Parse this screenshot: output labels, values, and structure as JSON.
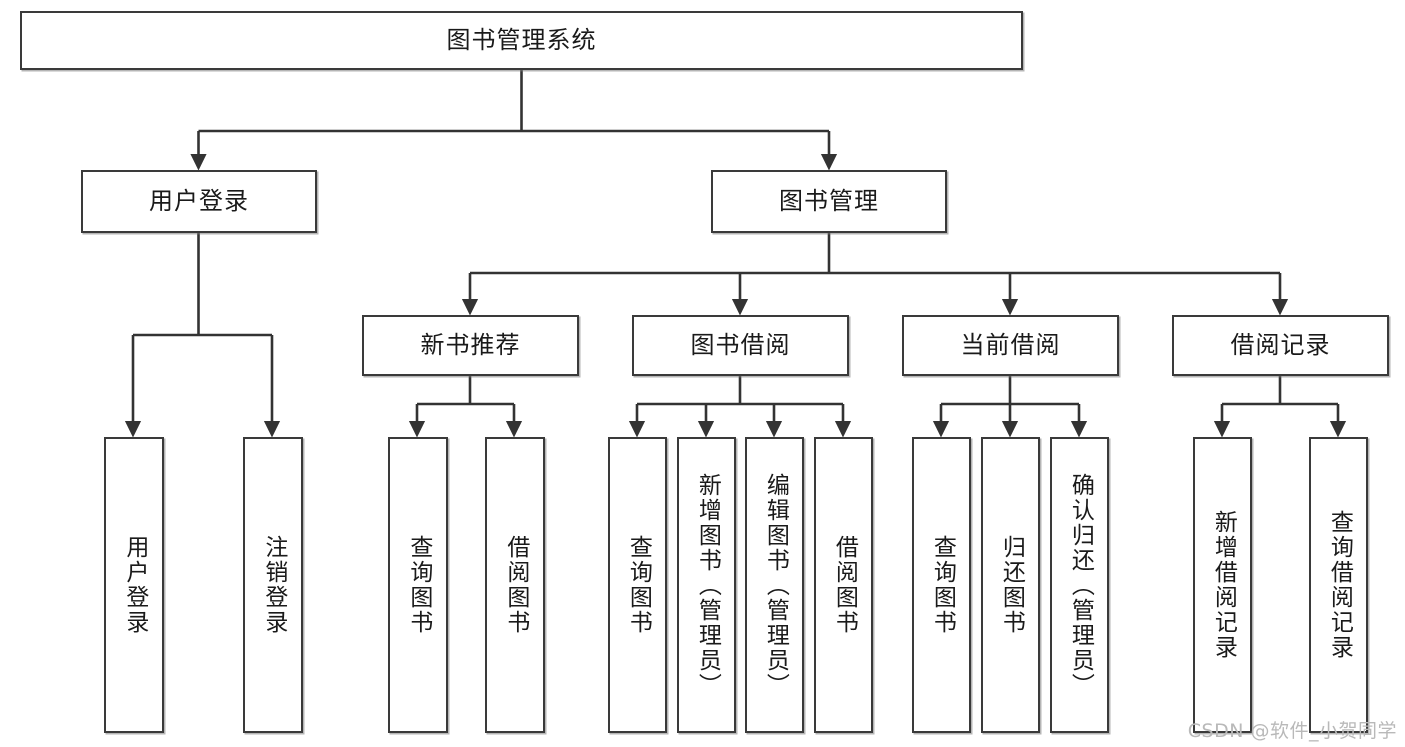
{
  "diagram": {
    "type": "tree",
    "title": "图书管理系统",
    "orientation": "top-down",
    "colors": {
      "box_border": "#3a3a3a",
      "box_fill": "#ffffff",
      "connector": "#333333",
      "text": "#1a1a1a",
      "watermark": "#b9b9b9"
    },
    "nodes": {
      "root": {
        "label": "图书管理系统"
      },
      "level2": [
        {
          "id": "user-login",
          "label": "用户登录"
        },
        {
          "id": "book-management",
          "label": "图书管理"
        }
      ],
      "level3": [
        {
          "id": "new-book-recommend",
          "label": "新书推荐"
        },
        {
          "id": "book-borrow",
          "label": "图书借阅"
        },
        {
          "id": "current-borrow",
          "label": "当前借阅"
        },
        {
          "id": "borrow-record",
          "label": "借阅记录"
        }
      ],
      "leaves": {
        "user_login": [
          {
            "id": "leaf-user-login",
            "label": "用户登录"
          },
          {
            "id": "leaf-logout-login",
            "label": "注销登录"
          }
        ],
        "new_book_recommend": [
          {
            "id": "leaf-query-book-1",
            "label": "查询图书"
          },
          {
            "id": "leaf-borrow-book-1",
            "label": "借阅图书"
          }
        ],
        "book_borrow": [
          {
            "id": "leaf-query-book-2",
            "label": "查询图书"
          },
          {
            "id": "leaf-add-book",
            "label": "新增图书（管理员）"
          },
          {
            "id": "leaf-edit-book",
            "label": "编辑图书（管理员）"
          },
          {
            "id": "leaf-borrow-book-2",
            "label": "借阅图书"
          }
        ],
        "current_borrow": [
          {
            "id": "leaf-query-book-3",
            "label": "查询图书"
          },
          {
            "id": "leaf-return-book",
            "label": "归还图书"
          },
          {
            "id": "leaf-confirm-return",
            "label": "确认归还（管理员）"
          }
        ],
        "borrow_record": [
          {
            "id": "leaf-add-record",
            "label": "新增借阅记录"
          },
          {
            "id": "leaf-query-record",
            "label": "查询借阅记录"
          }
        ]
      }
    },
    "watermark": "CSDN @软件_小贺同学"
  }
}
